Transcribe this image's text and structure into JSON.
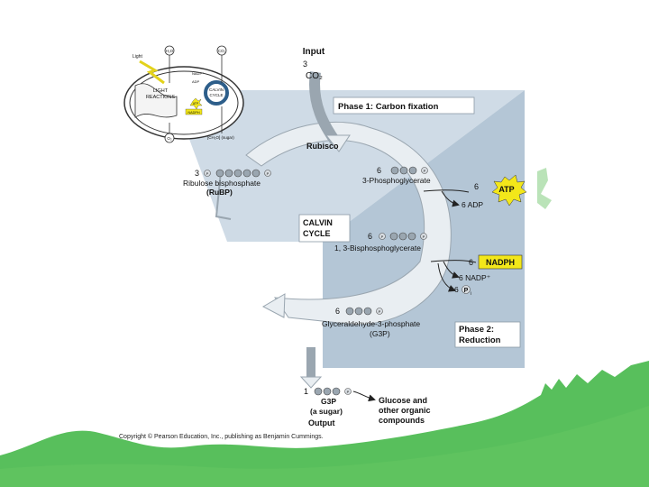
{
  "colors": {
    "background": "#ffffff",
    "phase1_panel": "#cfdbe6",
    "phase2_panel": "#b4c6d6",
    "cycle_arrow": "#e9eef2",
    "atp_burst": "#f3e71a",
    "decor_green": "#46b84a",
    "phosphate": "#9aa6b0"
  },
  "inset": {
    "light": "Light",
    "h2o": "H₂O",
    "co2": "CO₂",
    "nadp": "NADP⁺",
    "adp": "ADP",
    "light_reactions": [
      "LIGHT",
      "REACTIONS"
    ],
    "calvin": [
      "CALVIN",
      "CYCLE"
    ],
    "atp": "ATP",
    "nadph": "NADPH",
    "o2": "O₂",
    "sugar": "[CH₂O] (sugar)"
  },
  "input": {
    "title": "Input",
    "count": "3",
    "molecule": "CO₂"
  },
  "phase1_label": "Phase 1: Carbon fixation",
  "rubisco": "Rubisco",
  "rubp": {
    "count": "3",
    "name": "Ribulose bisphosphate",
    "abbr": "(RuBP)"
  },
  "pga": {
    "count": "6",
    "name": "3-Phosphoglycerate"
  },
  "atp_step": {
    "count": "6",
    "label": "ATP",
    "adp": "6 ADP"
  },
  "calvin_label": [
    "CALVIN",
    "CYCLE"
  ],
  "bpg": {
    "count": "6",
    "name": "1, 3-Bisphosphoglycerate"
  },
  "nadph_step": {
    "count": "6",
    "label": "NADPH",
    "nadp": "6 NADP⁺",
    "pi_count": "6",
    "pi": "P",
    "pi_sub": "i"
  },
  "g3p": {
    "count": "6",
    "name": "Glyceraldehyde-3-phosphate",
    "abbr": "(G3P)"
  },
  "phase2_label": [
    "Phase 2:",
    "Reduction"
  ],
  "output": {
    "count": "1",
    "g3p": "G3P",
    "desc": "(a sugar)",
    "title": "Output",
    "products": [
      "Glucose and",
      "other organic",
      "compounds"
    ]
  },
  "phosphate_label": "P",
  "copyright": "Copyright © Pearson Education, Inc., publishing as Benjamin Cummings."
}
